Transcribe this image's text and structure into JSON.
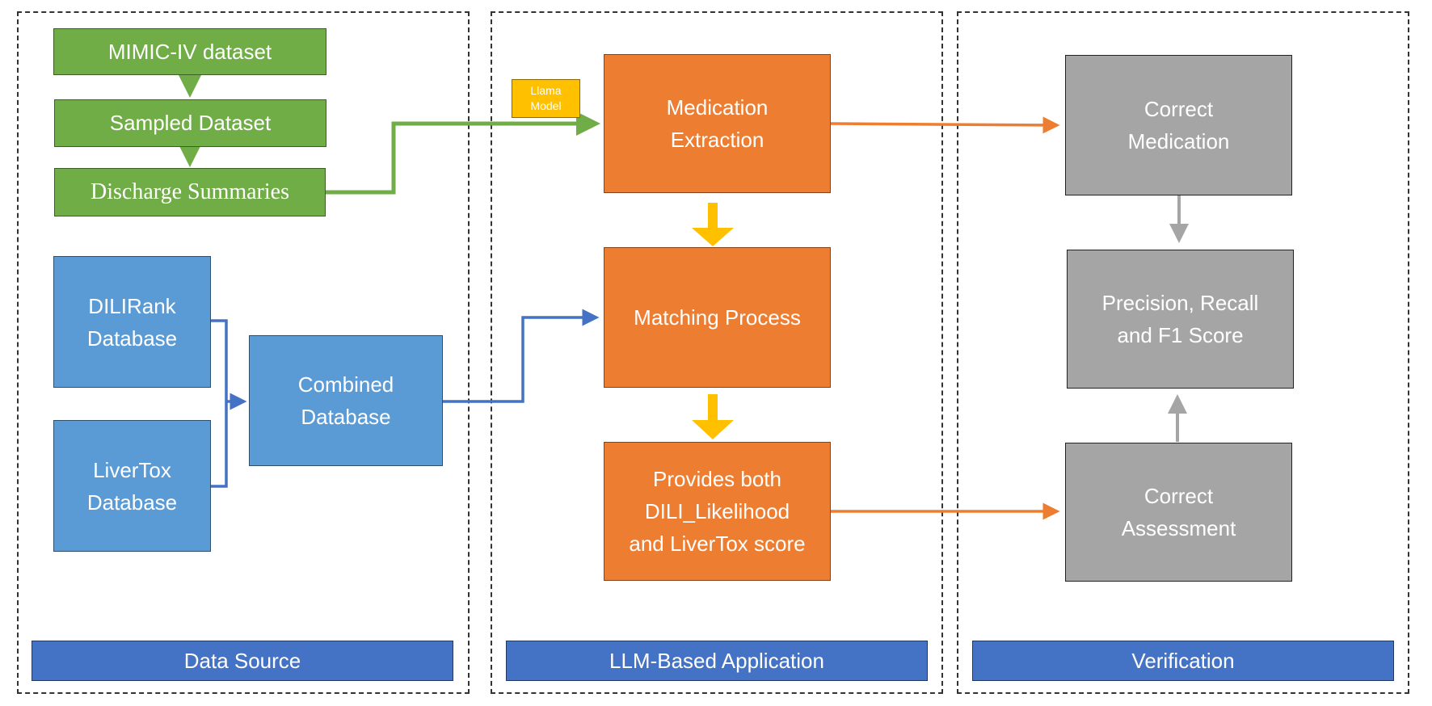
{
  "panels": {
    "data_source": {
      "label": "Data Source"
    },
    "llm_application": {
      "label": "LLM-Based Application"
    },
    "verification": {
      "label": "Verification"
    }
  },
  "nodes": {
    "mimic": "MIMIC-IV dataset",
    "sampled": "Sampled Dataset",
    "discharge": "Discharge Summaries",
    "dilirank": "DILIRank\nDatabase",
    "livertox": "LiverTox\nDatabase",
    "combined": "Combined\nDatabase",
    "llama": "Llama\nModel",
    "medication_extraction": "Medication\nExtraction",
    "matching": "Matching Process",
    "provides": "Provides both\nDILI_Likelihood\nand LiverTox score",
    "correct_medication": "Correct\nMedication",
    "precision": "Precision, Recall\nand F1 Score",
    "correct_assessment": "Correct\nAssessment"
  },
  "colors": {
    "green": "#70ad47",
    "blue_box": "#5b9bd5",
    "blue_line": "#4472c4",
    "orange": "#ed7d31",
    "yellow": "#ffc000",
    "gray": "#a5a5a5",
    "label_bar": "#4472c4"
  }
}
